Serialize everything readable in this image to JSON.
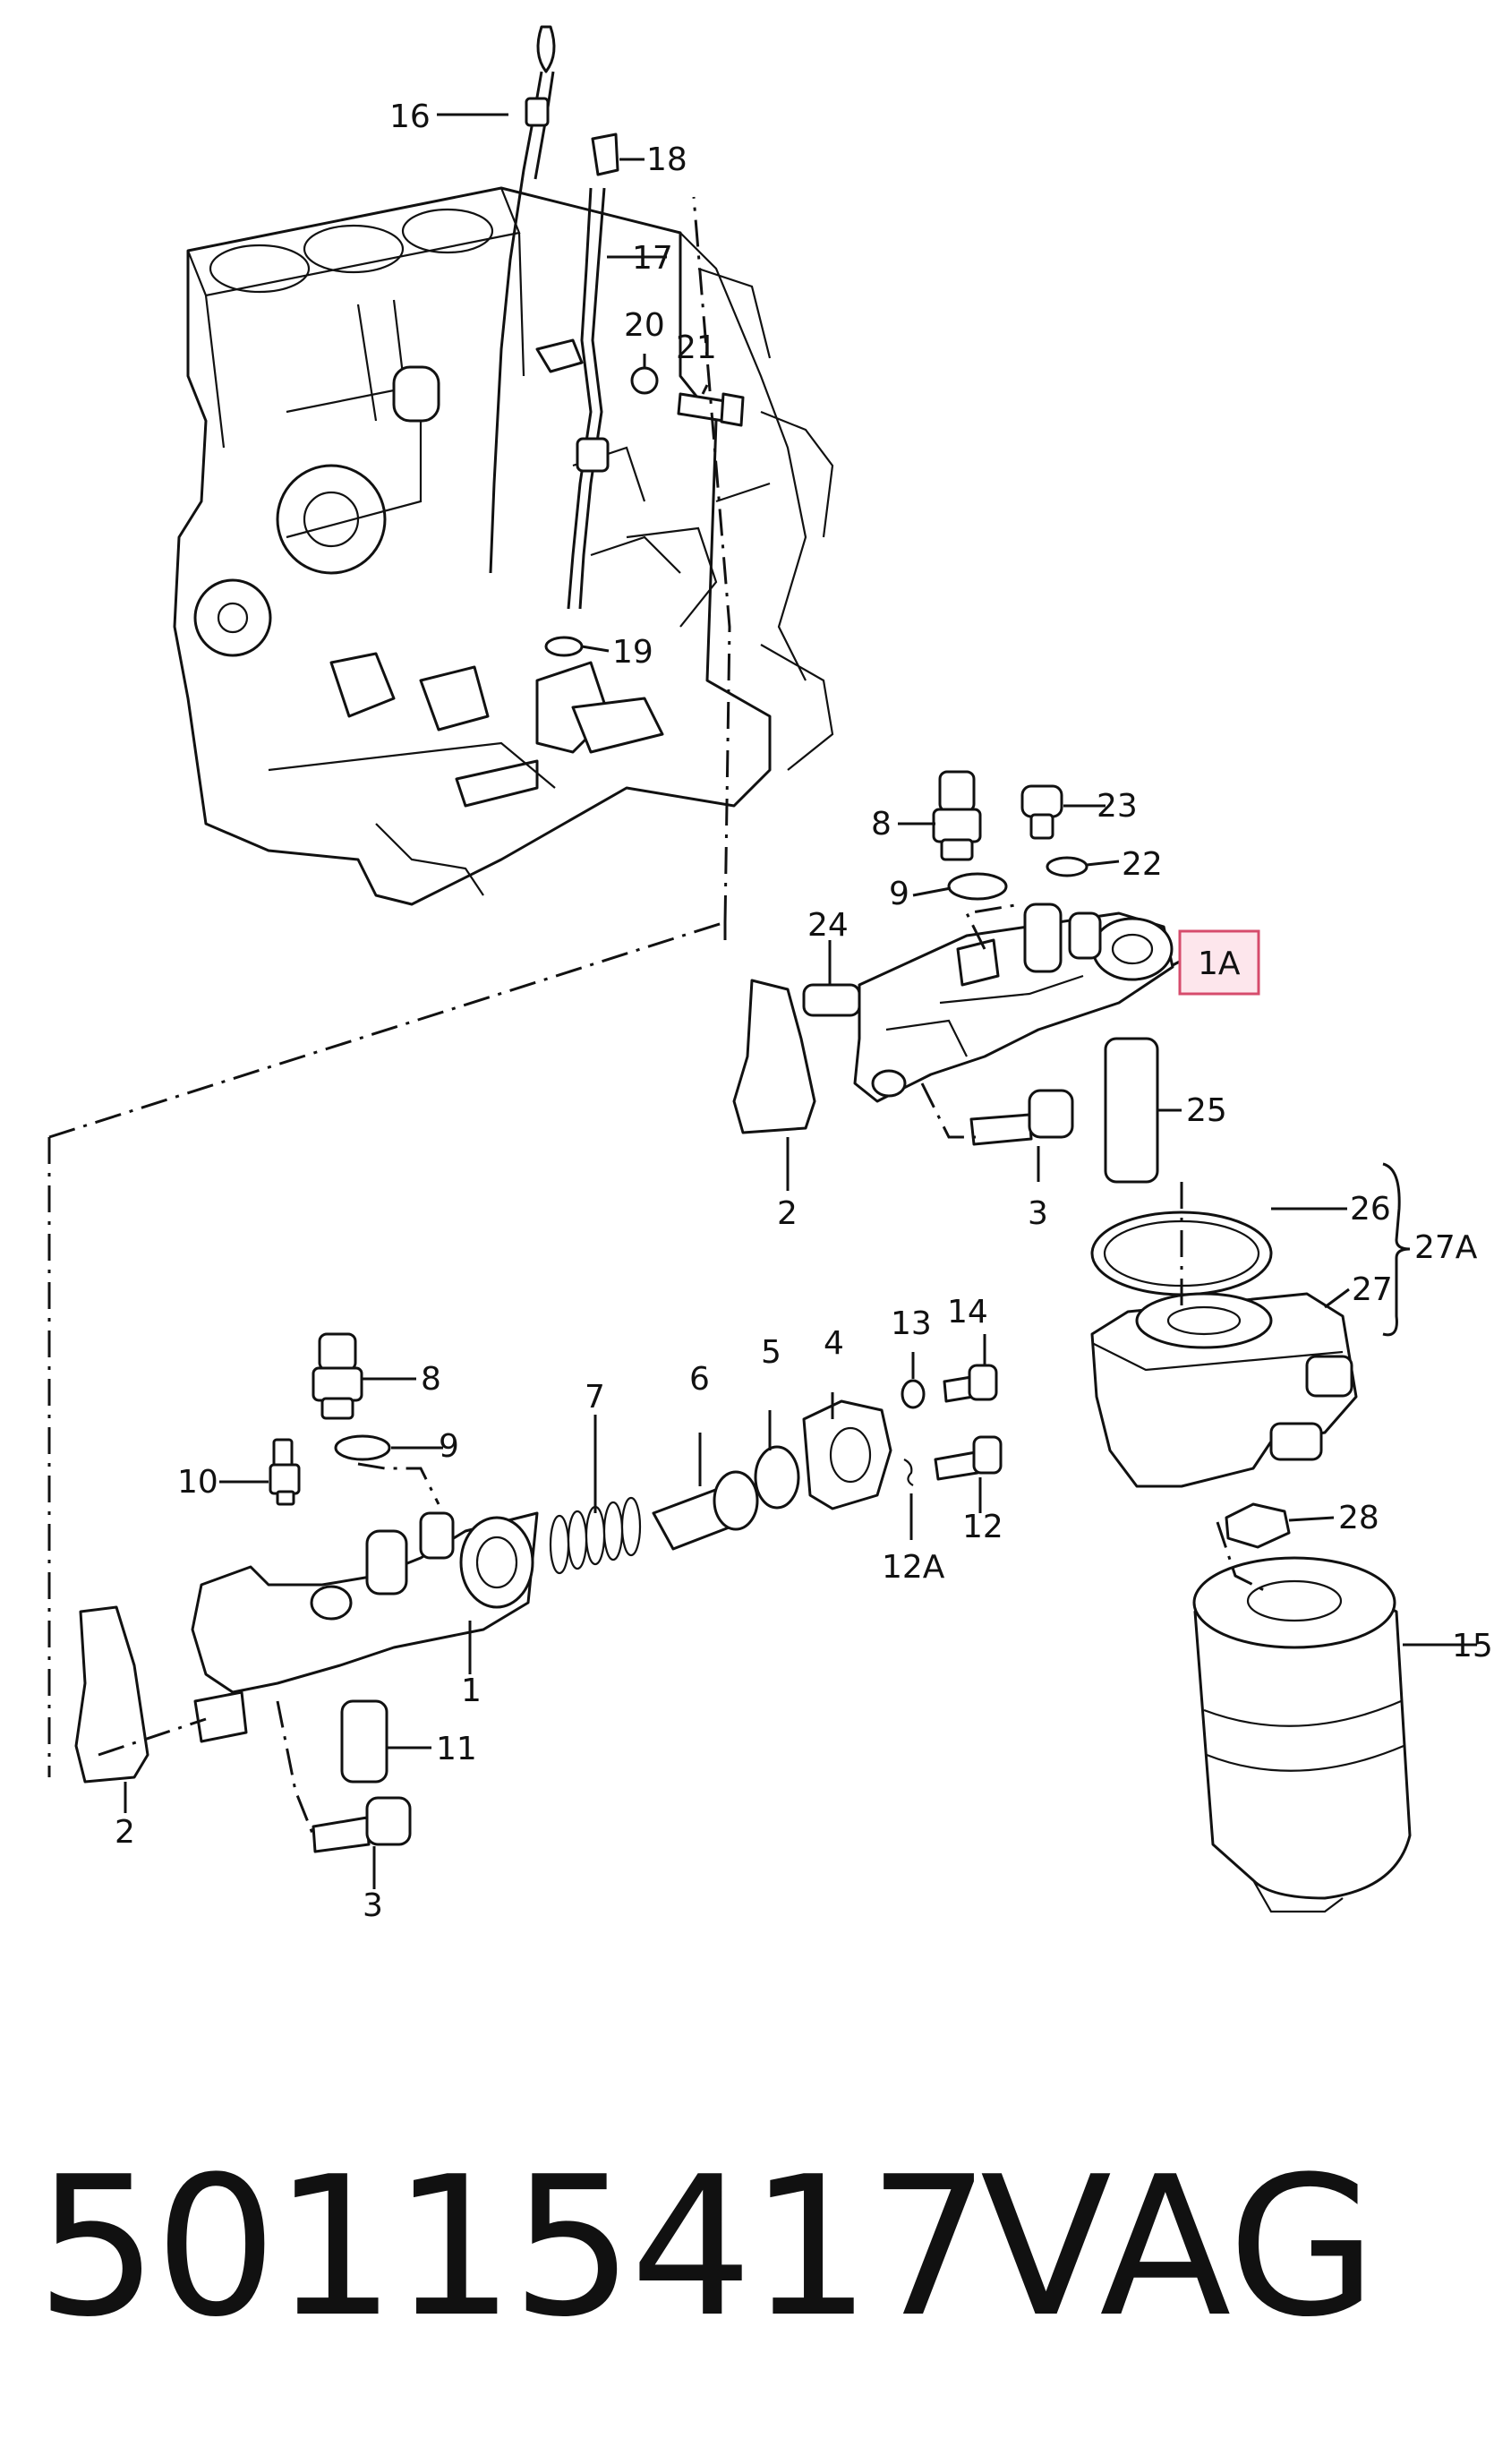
{
  "part_number": "50115417",
  "brand": "VAG",
  "highlighted_callout": "1A",
  "callouts": {
    "c16": "16",
    "c18": "18",
    "c17": "17",
    "c20": "20",
    "c21": "21",
    "c19": "19",
    "c8a": "8",
    "c23": "23",
    "c9a": "9",
    "c22": "22",
    "c24": "24",
    "c1A": "1A",
    "c25": "25",
    "c2a": "2",
    "c3a": "3",
    "c26": "26",
    "c27A": "27A",
    "c27": "27",
    "c7": "7",
    "c6": "6",
    "c5": "5",
    "c4": "4",
    "c13": "13",
    "c14": "14",
    "c8b": "8",
    "c9b": "9",
    "c10": "10",
    "c12": "12",
    "c12A": "12A",
    "c28": "28",
    "c15": "15",
    "c1": "1",
    "c11": "11",
    "c2b": "2",
    "c3b": "3"
  }
}
